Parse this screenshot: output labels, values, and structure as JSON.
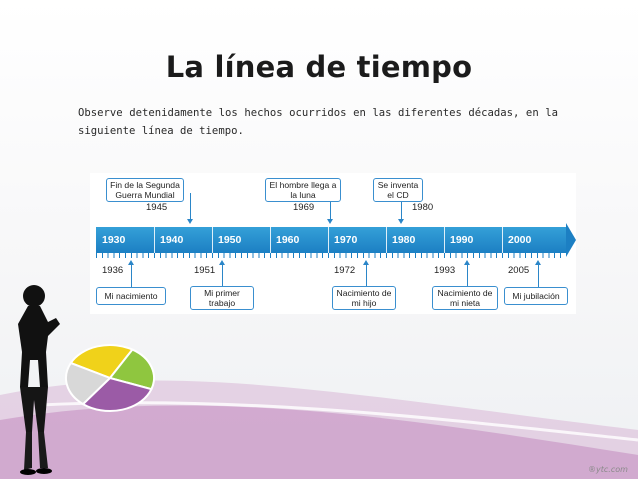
{
  "slide": {
    "title": "La línea de tiempo",
    "intro": "Observe detenidamente los hechos ocurridos en las diferentes décadas, en la siguiente línea de tiempo."
  },
  "timeline": {
    "decades": [
      "1930",
      "1940",
      "1950",
      "1960",
      "1970",
      "1980",
      "1990",
      "2000"
    ],
    "colors": {
      "bar": "#1c7fc3",
      "bar_light": "#34a0d8",
      "box_border": "#3a8fcf"
    },
    "events_above": [
      {
        "label": "Fin de la Segunda Guerra Mundial",
        "year": "1945"
      },
      {
        "label": "El hombre llega a la luna",
        "year": "1969"
      },
      {
        "label": "Se inventa el CD",
        "year": "1980"
      }
    ],
    "events_below": [
      {
        "label": "Mi nacimiento",
        "year": "1936"
      },
      {
        "label": "Mi primer trabajo",
        "year": "1951"
      },
      {
        "label": "Nacimiento de mi hijo",
        "year": "1972"
      },
      {
        "label": "Nacimiento de mi nieta",
        "year": "1993"
      },
      {
        "label": "Mi jubilación",
        "year": "2005"
      }
    ]
  },
  "decoration": {
    "figure": "businesswoman-silhouette-icon",
    "pie": "pie-chart-icon",
    "pie_colors": [
      "#f0d21a",
      "#8fc63f",
      "#9b5ba6",
      "#d8d8d8"
    ],
    "watermark": "®ytc.com"
  }
}
